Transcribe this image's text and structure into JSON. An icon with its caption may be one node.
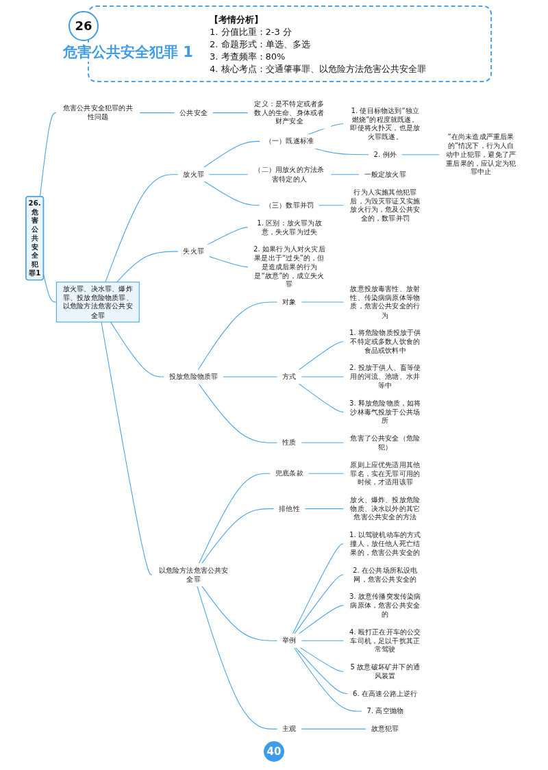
{
  "diagram": {
    "title": "危害公共安全犯罪 1",
    "nodes": [
      {
        "text": [
          "26.危害公共安全犯罪1"
        ]
      },
      {
        "text": [
          "危害公共安全犯罪的共性问题"
        ]
      },
      {
        "text": [
          "公共安全"
        ]
      },
      {
        "text": [
          "定义：是不特定或者多数人的生命、身体或者财产安全"
        ]
      },
      {
        "text": [
          "放火罪、决水罪、爆炸罪、投放危险物质罪、以危险方法危害公共安全罪"
        ]
      },
      {
        "text": [
          "放火罪"
        ]
      },
      {
        "text": [
          "（一）既遂标准"
        ]
      },
      {
        "text": [
          "1. 使目标物达到“独立燃烧”的程度就既遂。即使将火扑灭，也是放火罪既遂。"
        ]
      },
      {
        "text": [
          "2. 例外"
        ]
      },
      {
        "text": [
          "“在尚未造成严重后果的”情况下，行为人自动中止犯罪，避免了严重后果的，应认定为犯罪中止"
        ]
      },
      {
        "text": [
          "（二）用放火的方法杀害特定的人"
        ]
      },
      {
        "text": [
          "一般定放火罪"
        ]
      },
      {
        "text": [
          "（三）数罪并罚"
        ]
      },
      {
        "text": [
          "行为人实施其他犯罪后，为毁灭罪证又实施放火行为，危及公共安全的，数罪并罚"
        ]
      },
      {
        "text": [
          "失火罪"
        ]
      },
      {
        "text": [
          "1. 区别：放火罪为故意，失火罪为过失"
        ]
      },
      {
        "text": [
          "2. 如果行为人对火灾后果是出于“过失”的，但是造成后果的行为是“故意”的，成立失火罪"
        ]
      },
      {
        "text": [
          "投放危险物质罪"
        ]
      },
      {
        "text": [
          "对象"
        ]
      },
      {
        "text": [
          "故意投放毒害性、放射性、传染病病原体等物质，危害公共安全的行为"
        ]
      },
      {
        "text": [
          "方式"
        ]
      },
      {
        "text": [
          "1. 将危险物质投放于供不特定或多数人饮食的食品或饮料中"
        ]
      },
      {
        "text": [
          "2. 投放于供人、畜等使用的河流、池塘、水井等中"
        ]
      },
      {
        "text": [
          "3. 释放危险物质，如将沙林毒气投放于公共场所"
        ]
      },
      {
        "text": [
          "性质"
        ]
      },
      {
        "text": [
          "危害了公共安全（危险犯）"
        ]
      },
      {
        "text": [
          "以危险方法危害公共安全罪"
        ]
      },
      {
        "text": [
          "兜底条款"
        ]
      },
      {
        "text": [
          "原则上应优先适用其他罪名，实在无罪可用的时候，才适用该罪"
        ]
      },
      {
        "text": [
          "排他性"
        ]
      },
      {
        "text": [
          "放火、爆炸、投放危险物质、决水以外的其它危害公共安全的方法"
        ]
      },
      {
        "text": [
          "举例"
        ]
      },
      {
        "text": [
          "1. 以驾驶机动车的方式撞人，放任他人死亡结果的，危害公共安全的"
        ]
      },
      {
        "text": [
          "2. 在公共场所私设电网，危害公共安全的"
        ]
      },
      {
        "text": [
          "3. 故意传播突发传染病病原体，危害公共安全的"
        ]
      },
      {
        "text": [
          "4. 殴打正在开车的公交车司机，足以干扰其正常驾驶"
        ]
      },
      {
        "text": [
          "5 故意破坏矿井下的通风装置"
        ]
      },
      {
        "text": [
          "6. 在高速公路上逆行"
        ]
      },
      {
        "text": [
          "7. 高空抛物"
        ]
      },
      {
        "text": [
          "主观"
        ]
      },
      {
        "text": [
          "故意犯罪"
        ]
      }
    ],
    "edges": [
      {
        "from": 0,
        "to": 1,
        "arrow": "none"
      },
      {
        "from": 1,
        "to": 2,
        "arrow": "none"
      },
      {
        "from": 2,
        "to": 3,
        "arrow": "none"
      },
      {
        "from": 0,
        "to": 4,
        "arrow": "none"
      },
      {
        "from": 4,
        "to": 5,
        "arrow": "none"
      },
      {
        "from": 5,
        "to": 6,
        "arrow": "none"
      },
      {
        "from": 6,
        "to": 7,
        "arrow": "none"
      },
      {
        "from": 6,
        "to": 8,
        "arrow": "none"
      },
      {
        "from": 8,
        "to": 9,
        "arrow": "none"
      },
      {
        "from": 5,
        "to": 10,
        "arrow": "none"
      },
      {
        "from": 10,
        "to": 11,
        "arrow": "none"
      },
      {
        "from": 5,
        "to": 12,
        "arrow": "none"
      },
      {
        "from": 12,
        "to": 13,
        "arrow": "none"
      },
      {
        "from": 4,
        "to": 14,
        "arrow": "none"
      },
      {
        "from": 14,
        "to": 15,
        "arrow": "none"
      },
      {
        "from": 14,
        "to": 16,
        "arrow": "none"
      },
      {
        "from": 4,
        "to": 17,
        "arrow": "none"
      },
      {
        "from": 17,
        "to": 18,
        "arrow": "none"
      },
      {
        "from": 18,
        "to": 19,
        "arrow": "none"
      },
      {
        "from": 17,
        "to": 20,
        "arrow": "none"
      },
      {
        "from": 20,
        "to": 21,
        "arrow": "none"
      },
      {
        "from": 20,
        "to": 22,
        "arrow": "none"
      },
      {
        "from": 20,
        "to": 23,
        "arrow": "none"
      },
      {
        "from": 17,
        "to": 24,
        "arrow": "none"
      },
      {
        "from": 24,
        "to": 25,
        "arrow": "none"
      },
      {
        "from": 4,
        "to": 26,
        "arrow": "none"
      },
      {
        "from": 26,
        "to": 27,
        "arrow": "none"
      },
      {
        "from": 27,
        "to": 28,
        "arrow": "none"
      },
      {
        "from": 26,
        "to": 29,
        "arrow": "none"
      },
      {
        "from": 29,
        "to": 30,
        "arrow": "none"
      },
      {
        "from": 26,
        "to": 31,
        "arrow": "none"
      },
      {
        "from": 31,
        "to": 32,
        "arrow": "none"
      },
      {
        "from": 31,
        "to": 33,
        "arrow": "none"
      },
      {
        "from": 31,
        "to": 34,
        "arrow": "none"
      },
      {
        "from": 31,
        "to": 35,
        "arrow": "none"
      },
      {
        "from": 31,
        "to": 36,
        "arrow": "none"
      },
      {
        "from": 31,
        "to": 37,
        "arrow": "none"
      },
      {
        "from": 31,
        "to": 38,
        "arrow": "none"
      },
      {
        "from": 26,
        "to": 39,
        "arrow": "none"
      },
      {
        "from": 39,
        "to": 40,
        "arrow": "none"
      }
    ],
    "labels": [
      "26",
      "【考情分析】",
      "1. 分值比重：2-3 分",
      "2. 命题形式：单选、多选",
      "3. 考查频率：80%",
      "4. 核心考点：交通肇事罪、以危险方法危害公共安全罪",
      "40"
    ]
  }
}
